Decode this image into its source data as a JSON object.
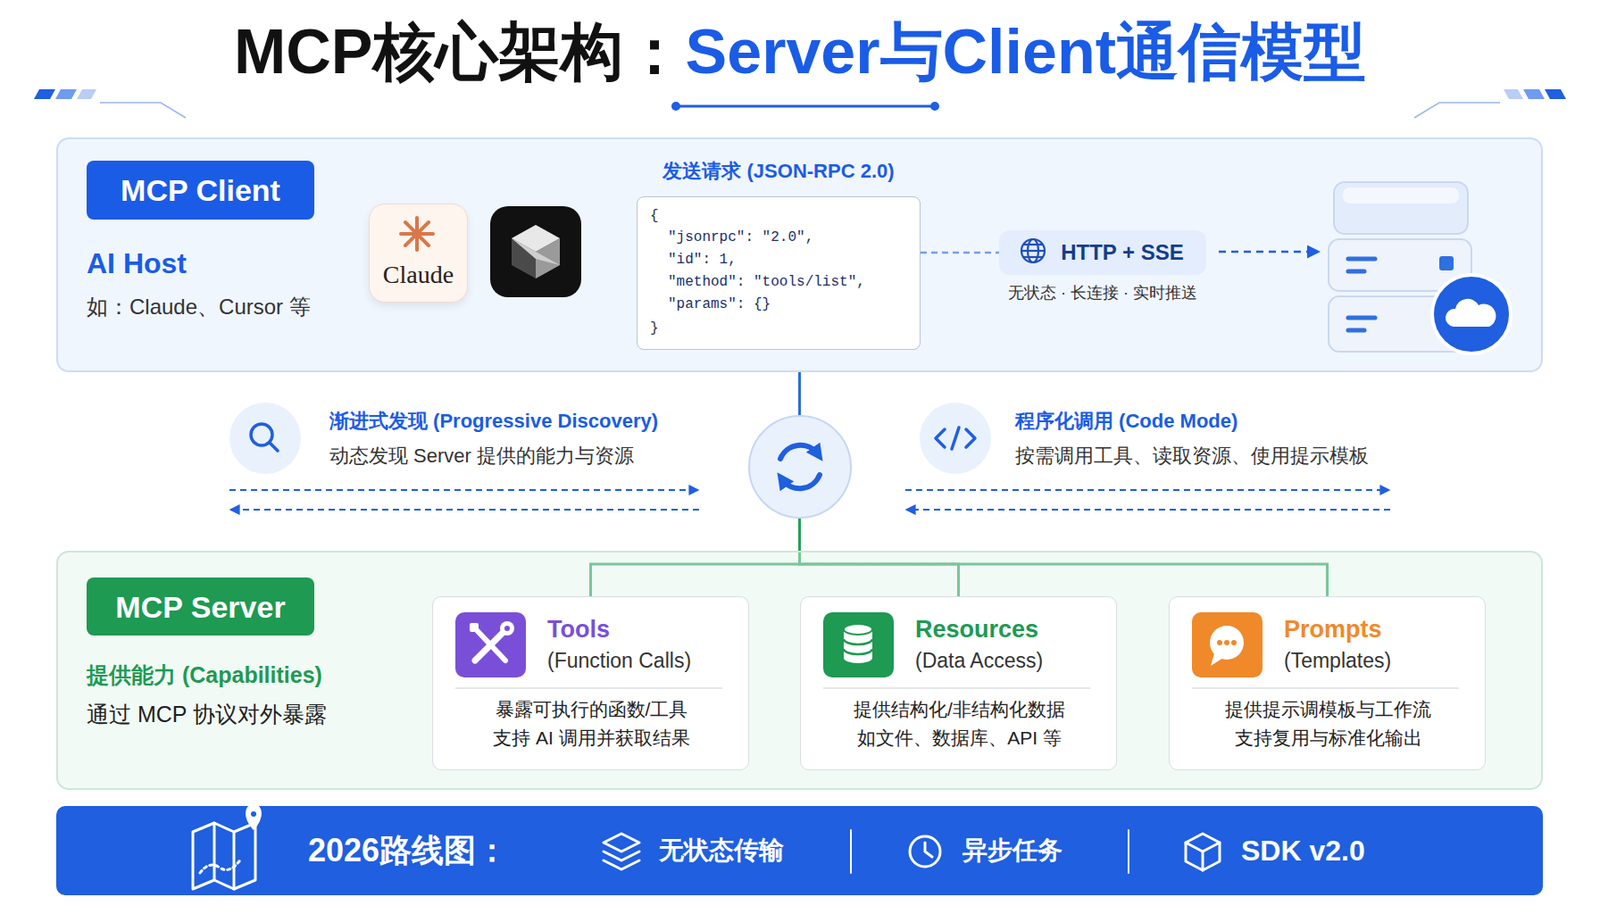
{
  "diagram": {
    "title": "MCP核心架构：",
    "nodes": [
      {
        "text": [
          "AI Host",
          "如：Claude、Cursor 等"
        ]
      },
      {
        "text": [
          "MCP Client"
        ],
        "in": 0
      },
      {
        "text": [
          "Claude"
        ],
        "in": 0
      },
      {
        "text": [
          "发送请求 (JSON-RPC 2.0)",
          "{",
          "\"jsonrpc\": \"2.0\",",
          "\"id\": 1,",
          "\"method\": \"tools/list\",",
          "\"params\": {}",
          "}"
        ],
        "in": 0
      },
      {
        "text": [
          "HTTP + SSE",
          "无状态 · 长连接 · 实时推送"
        ],
        "in": 0
      },
      {
        "text": [
          "提供能力 (Capabilities)",
          "通过 MCP 协议对外暴露"
        ]
      },
      {
        "text": [
          "MCP Server"
        ],
        "in": 5
      },
      {
        "text": [
          "Tools",
          "(Function Calls)",
          "暴露可执行的函数/工具 支持 AI 调用并获取结果"
        ],
        "in": 5
      },
      {
        "text": [
          "Resources",
          "(Data Access)",
          "提供结构化/非结构化数据 如文件、数据库、API 等"
        ],
        "in": 5
      },
      {
        "text": [
          "Prompts",
          "(Templates)",
          "提供提示调模板与工作流 支持复用与标准化输出"
        ],
        "in": 5
      },
      {
        "text": [
          "2026路线图：",
          "无状态传输",
          "异步任务",
          "SDK v2.0"
        ]
      }
    ],
    "edges": [
      {
        "from": 3,
        "to": 4,
        "arrow": "none"
      },
      {
        "from": 0,
        "to": 7,
        "arrow": "none"
      },
      {
        "from": 0,
        "to": 8,
        "arrow": "none"
      },
      {
        "from": 0,
        "to": 9,
        "arrow": "none"
      }
    ],
    "labels": [
      "Server与Client通信模型",
      "渐进式发现 (Progressive Discovery)",
      "动态发现 Server 提供的能力与资源",
      "程序化调用 (Code Mode)",
      "按需调用工具、读取资源、使用提示模板"
    ]
  }
}
